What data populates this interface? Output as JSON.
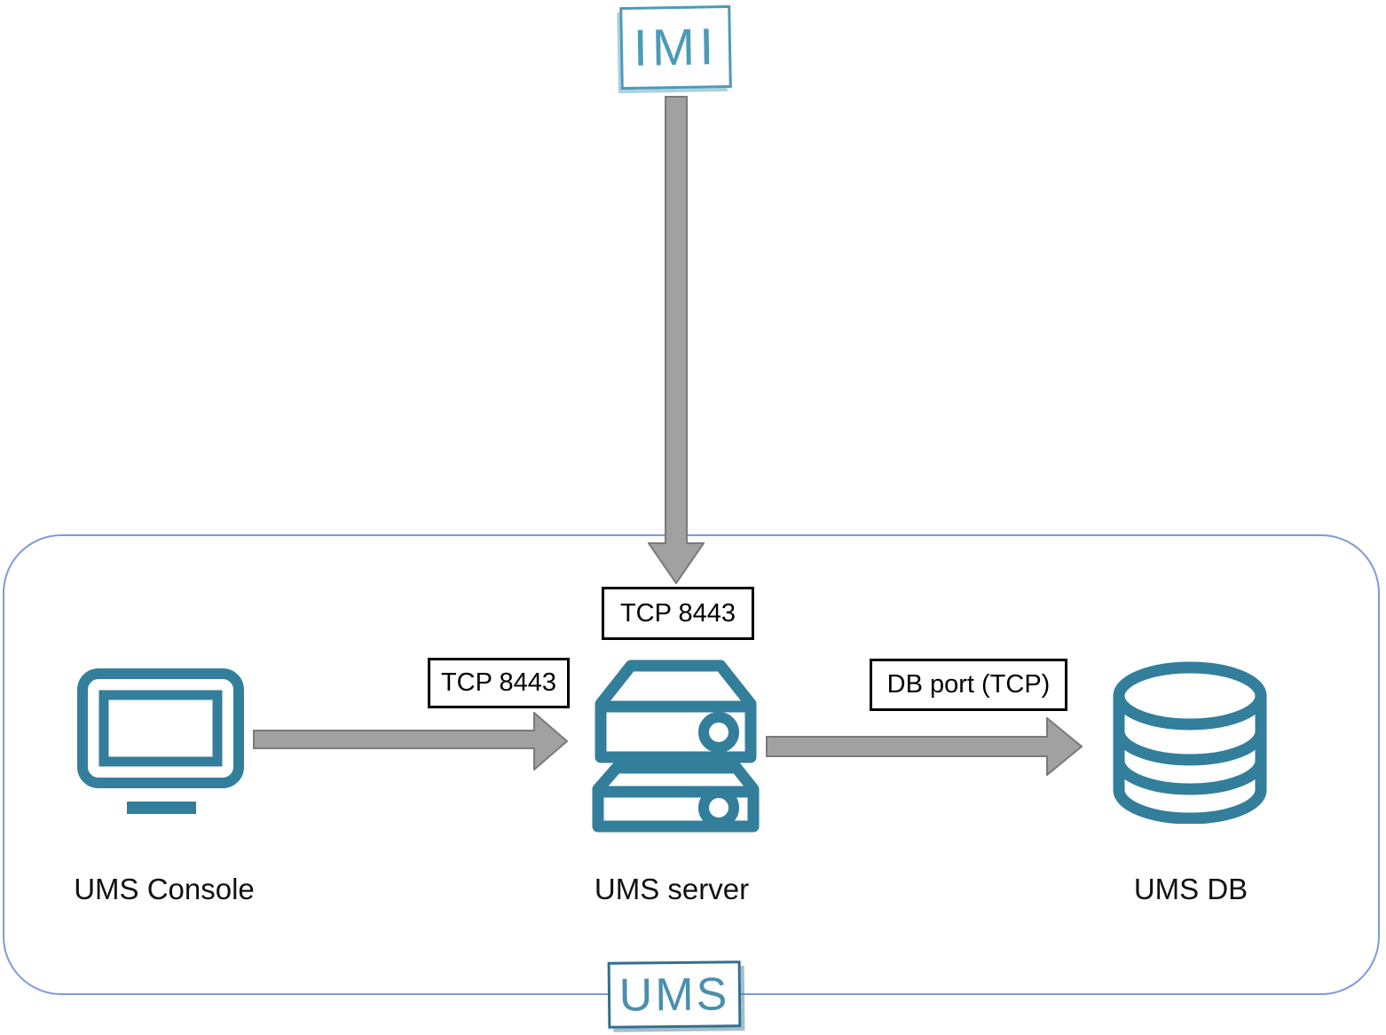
{
  "diagram": {
    "external_node": {
      "id": "imi",
      "label": "IMI"
    },
    "group": {
      "id": "ums-group",
      "label": "UMS"
    },
    "nodes": [
      {
        "id": "ums-console",
        "label": "UMS Console",
        "icon": "monitor-icon"
      },
      {
        "id": "ums-server",
        "label": "UMS server",
        "icon": "server-icon"
      },
      {
        "id": "ums-db",
        "label": "UMS DB",
        "icon": "database-icon"
      }
    ],
    "connections": [
      {
        "from": "IMI",
        "to": "UMS server",
        "label": "TCP 8443",
        "direction": "down"
      },
      {
        "from": "UMS Console",
        "to": "UMS server",
        "label": "TCP 8443",
        "direction": "right"
      },
      {
        "from": "UMS server",
        "to": "UMS DB",
        "label": "DB port (TCP)",
        "direction": "right"
      }
    ],
    "colors": {
      "icon_teal": "#327e9b",
      "sketch_teal": "#4c9ab8",
      "sketch_teal_dark": "#33708f",
      "container_border": "#7f9ad9",
      "arrow_gray": "#a1a1a1",
      "arrow_gray_border": "#7a7a7a",
      "label_black": "#000000"
    }
  }
}
